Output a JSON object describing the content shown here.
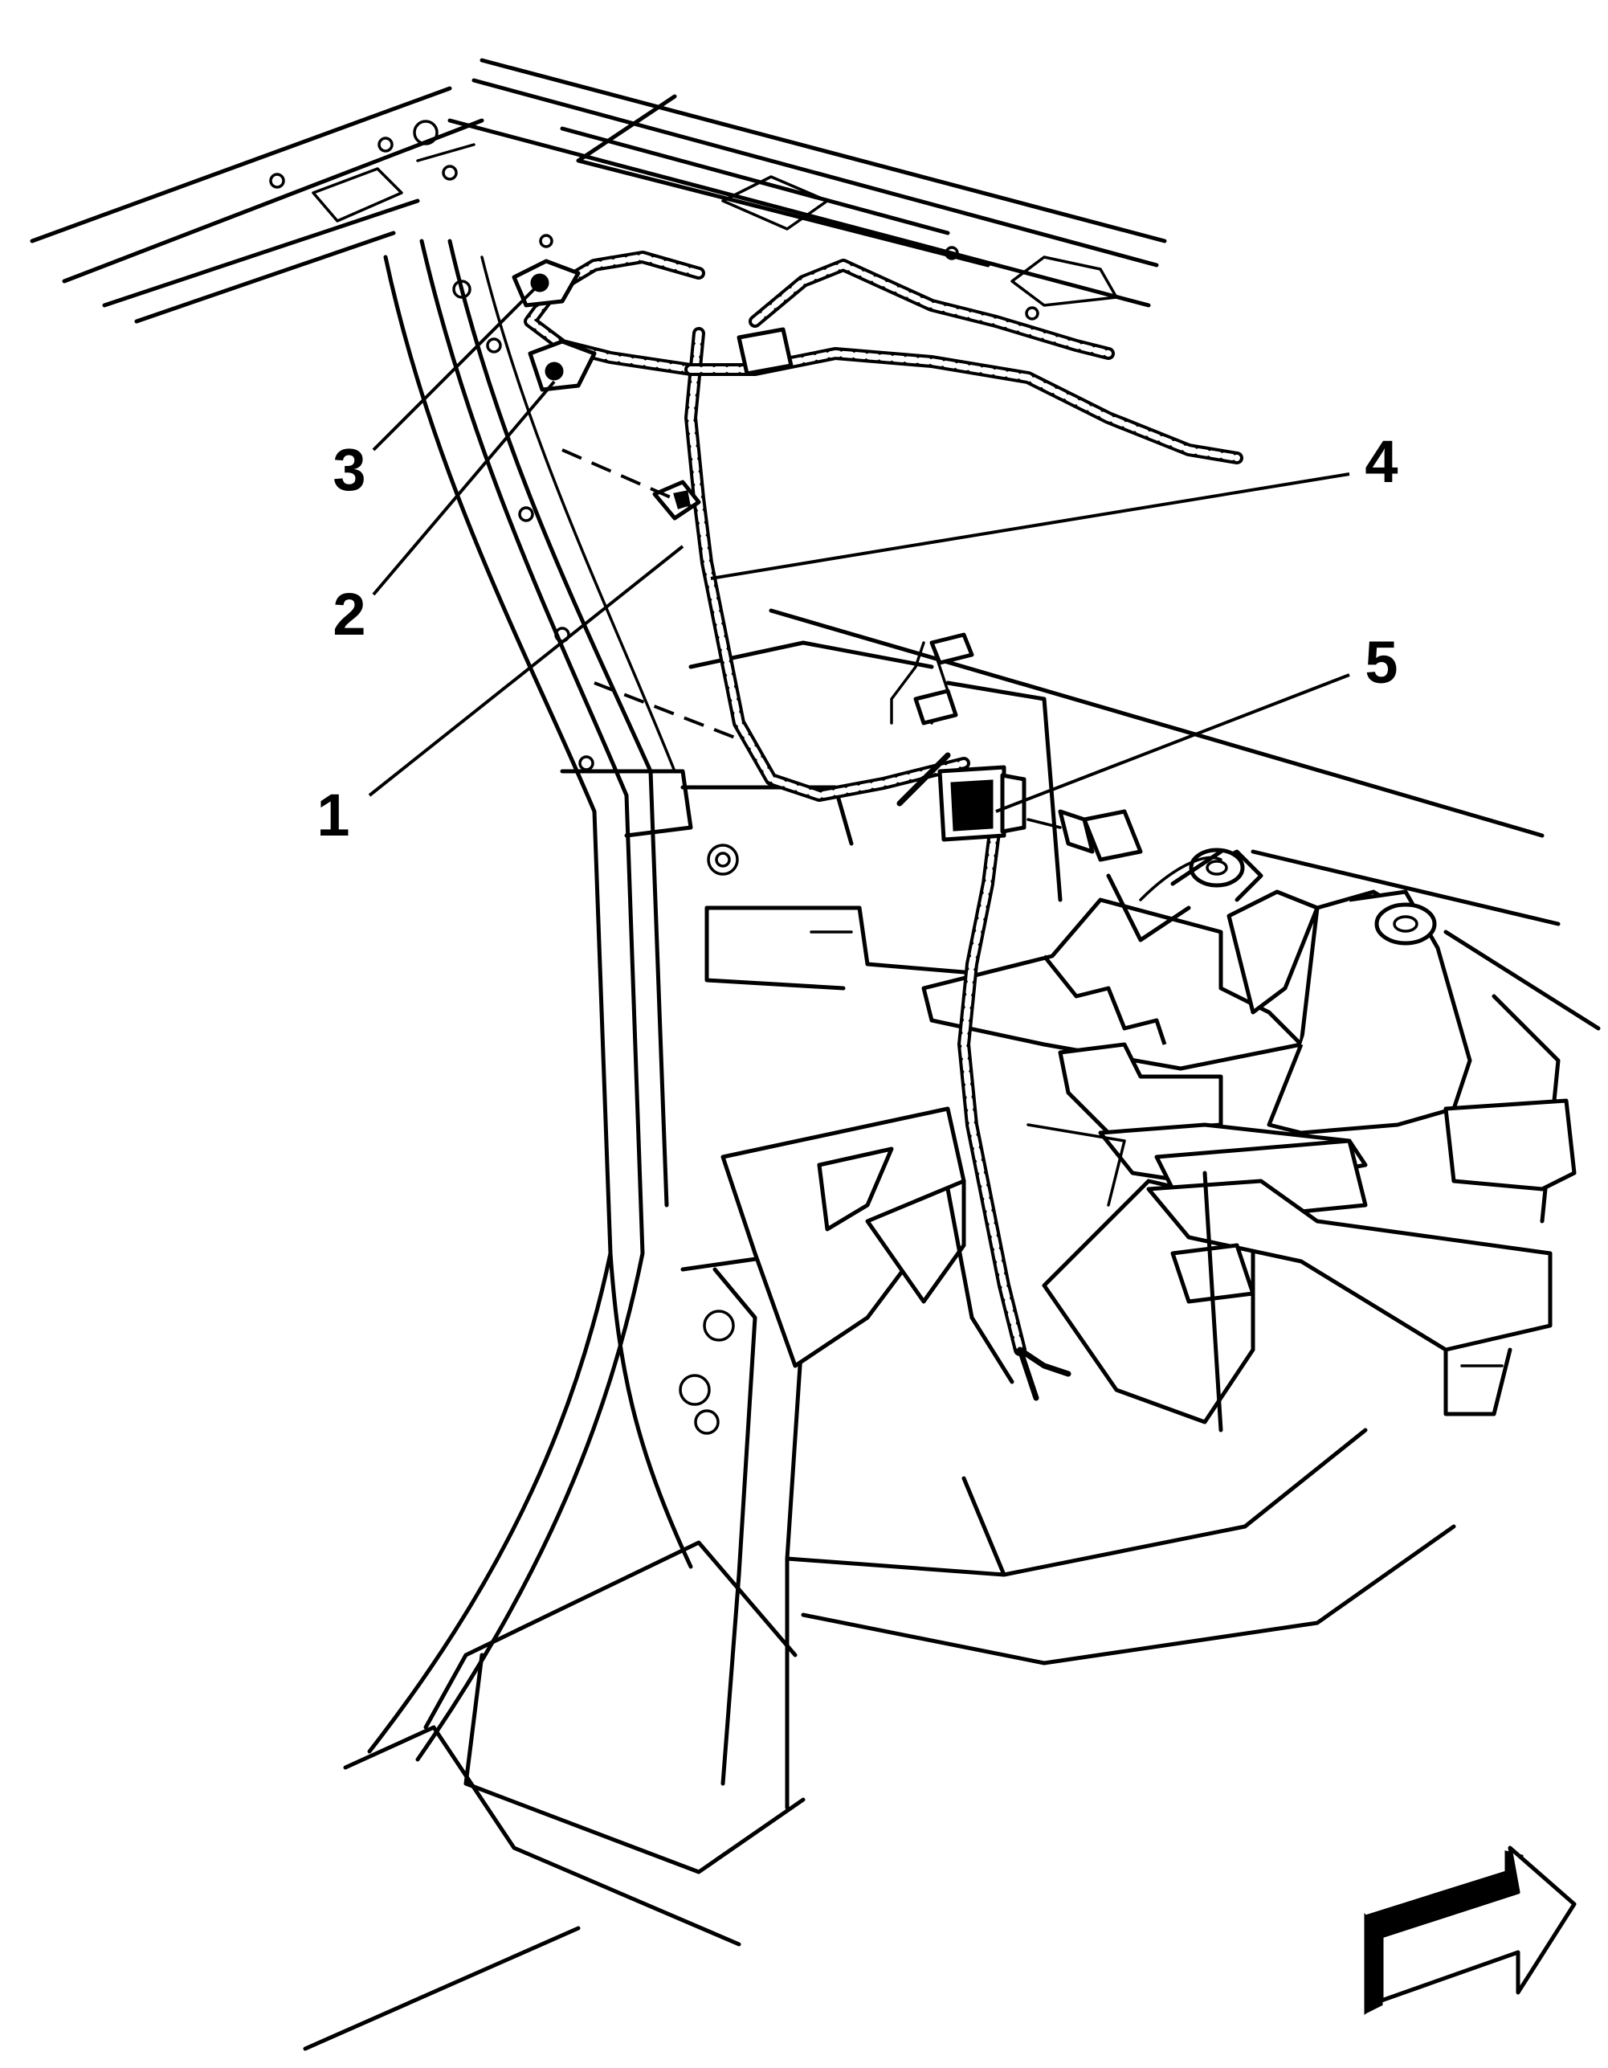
{
  "callouts": [
    {
      "id": "1",
      "label": "1"
    },
    {
      "id": "2",
      "label": "2"
    },
    {
      "id": "3",
      "label": "3"
    },
    {
      "id": "4",
      "label": "4"
    },
    {
      "id": "5",
      "label": "5"
    }
  ],
  "icons": {
    "direction_arrow": "front-direction-arrow-icon"
  },
  "colors": {
    "ink": "#000000",
    "paper": "#ffffff"
  }
}
